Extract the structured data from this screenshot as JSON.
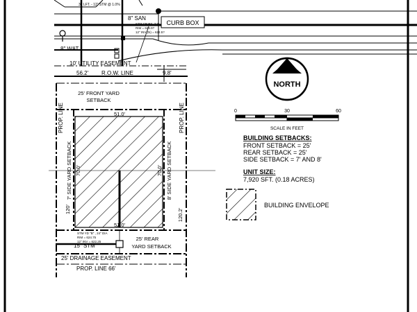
{
  "plan": {
    "callout_storm": "32 LFT. - 12\" STM @ 1.0%",
    "curb_box": "CURB BOX",
    "san_label": "8\" SAN",
    "cb_label_1": "STM CB R3, 2' D",
    "cb_label_2": "RIM = 624.9?",
    "cb_label_3": "12\" INV (N) = 622.5?",
    "wat_label": "8\" WAT",
    "utility_easement": "10' UTILITY EASEMENT",
    "row_left_dim": "56.2'",
    "row_label": "R.O.W. LINE",
    "row_right_dim": "9.8'",
    "front_setback_1": "25' FRONT YARD",
    "front_setback_2": "SETBACK",
    "prop_line_left": "PROP. LINE",
    "prop_line_right": "PROP. LINE",
    "top_width": "51.0'",
    "bottom_width": "51.0'",
    "left_side_setback": "7' SIDE YARD SETBACK",
    "right_side_setback": "8' SIDE YARD SETBACK",
    "left_depth": "70.0'",
    "right_depth": "70.0'",
    "left_lot_depth": "120'",
    "right_lot_depth": "120.2'",
    "yd_label_1": "STM YD \"B\" , 24\" DIA",
    "yd_label_2": "RIM = 624.75",
    "yd_label_3": "12\" INV = 622.25",
    "stm_label": "15\" STM",
    "rear_setback_1": "25' REAR",
    "rear_setback_2": "YARD SETBACK",
    "drainage_easement": "25' DRAINAGE EASEMENT",
    "prop_line_bottom": "PROP. LINE  66'"
  },
  "north_arrow": {
    "label": "NORTH"
  },
  "scale_bar": {
    "ticks": [
      "0",
      "30",
      "60"
    ],
    "caption": "SCALE IN FEET"
  },
  "notes": {
    "setbacks_title": "BUILDING SETBACKS:",
    "front": "FRONT SETBACK = 25'",
    "rear": "REAR SETBACK = 25'",
    "side": "SIDE SETBACK = 7' AND 8'",
    "unit_title": "UNIT SIZE:",
    "unit_value": "7,920 SFT. (0.18 ACRES)"
  },
  "legend": {
    "building_envelope": "BUILDING ENVELOPE"
  }
}
